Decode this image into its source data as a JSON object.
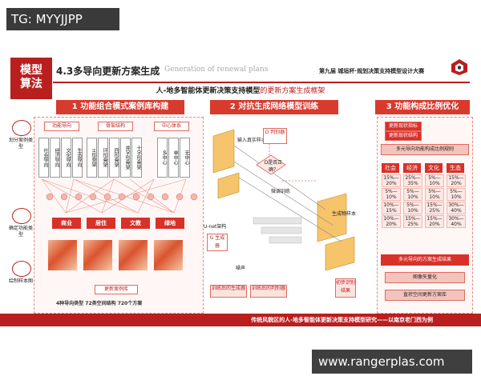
{
  "watermarks": {
    "top_left": "TG: MYYJJPP",
    "bottom_right": "www.rangerplas.com"
  },
  "slide": {
    "badge": [
      "模型",
      "算法"
    ],
    "title": "4.3多导向更新方案生成",
    "title_en": "Generation of renewal plans",
    "competition": "第九届 城垣杯·规划决策支持模型设计大赛",
    "framework_title": "人-地多智能体更新决策支持模型",
    "framework_suffix": "的更新方案生成框架",
    "section1": "1 功能组合模式案例库构建",
    "section2": "2 对抗生成网络模型训练",
    "section3": "3 功能构成比例优化",
    "left_steps": [
      {
        "label": "划分案例类型"
      },
      {
        "label": "确定功能类型"
      },
      {
        "label": "绘制样本图"
      }
    ],
    "s1_categories": [
      "功能导向",
      "骨架结构",
      "中心体系"
    ],
    "s1_vboxes": [
      "社会导向",
      "经济导向",
      "文化导向",
      "生态导向",
      "H形骨架",
      "环形骨架",
      "回形骨架",
      "井字形骨架",
      "十字形骨架",
      "多中心",
      "单中心",
      "无中心"
    ],
    "s1_functions": [
      "商业",
      "居住",
      "文教",
      "绿地"
    ],
    "s1_stats": {
      "text": "4种导向类型 72类空间结构 720个方案"
    },
    "s1_library_label": "更新案例库",
    "s2_labels": {
      "input": "输入真实样本",
      "d": "D 判别器",
      "decision": "D是否正确？",
      "train": "微调训练",
      "gen": "生成物样本",
      "unet": "U-net架构",
      "g": "G 生成器",
      "noise": "噪声",
      "opt1": "训练后的生成器",
      "opt2": "训练后的判别器",
      "initial": "初步识别结果"
    },
    "s3_buttons": [
      "更新现状指标",
      "更新现状结构"
    ],
    "s3_rule": "多元导向功能构成比例规则",
    "s3_cols": [
      {
        "name": "社会",
        "cells": [
          "15%—20%",
          "5%—10%",
          "10%—15%",
          "10%—20%"
        ]
      },
      {
        "name": "经济",
        "cells": [
          "25%—35%",
          "5%—10%",
          "5%—10%",
          "15%—25%"
        ]
      },
      {
        "name": "文化",
        "cells": [
          "5%—10%",
          "5%—10%",
          "15%—25%",
          "15%—20%"
        ]
      },
      {
        "name": "生态",
        "cells": [
          "15%—20%",
          "5%—10%",
          "30%—40%",
          "30%—40%"
        ]
      }
    ],
    "s3_results": [
      "多元导向的方案生成结果",
      "图像矢量化",
      "直状空间更新方案库"
    ],
    "footer": "传统风貌区的人-地多智能体更新决策支持模型研究——以南京老门西为例"
  },
  "colors": {
    "accent": "#b91f1f",
    "accent_light": "#d93a2e",
    "tint": "#fde8e4"
  }
}
